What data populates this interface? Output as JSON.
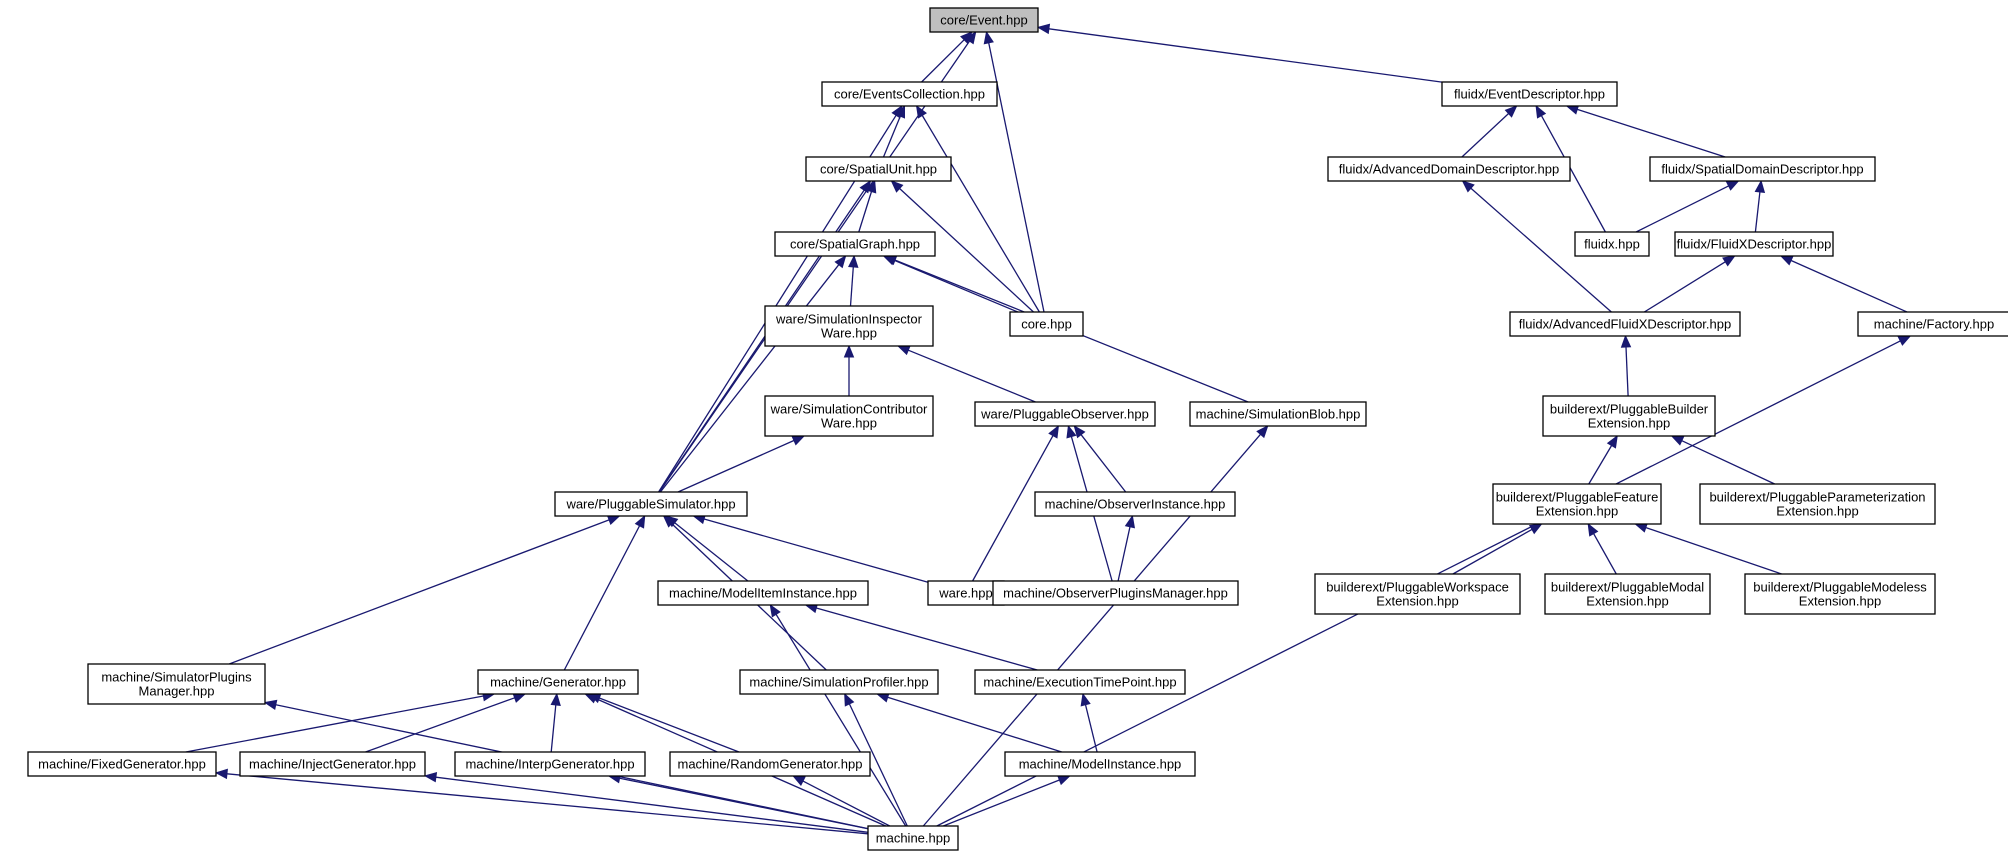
{
  "graph": {
    "colors": {
      "edge": "#191970",
      "node_border": "#000000",
      "root_fill": "#bfbfbf",
      "node_fill": "#ffffff"
    },
    "nodes": [
      {
        "id": "event",
        "lines": [
          "core/Event.hpp"
        ],
        "root": true
      },
      {
        "id": "eventscoll",
        "lines": [
          "core/EventsCollection.hpp"
        ]
      },
      {
        "id": "fluidx_ed",
        "lines": [
          "fluidx/EventDescriptor.hpp"
        ]
      },
      {
        "id": "spatialunit",
        "lines": [
          "core/SpatialUnit.hpp"
        ]
      },
      {
        "id": "adv_domain",
        "lines": [
          "fluidx/AdvancedDomainDescriptor.hpp"
        ]
      },
      {
        "id": "spatial_domain",
        "lines": [
          "fluidx/SpatialDomainDescriptor.hpp"
        ]
      },
      {
        "id": "spatialgraph",
        "lines": [
          "core/SpatialGraph.hpp"
        ]
      },
      {
        "id": "fluidx_hpp",
        "lines": [
          "fluidx.hpp"
        ]
      },
      {
        "id": "fluidxdesc",
        "lines": [
          "fluidx/FluidXDescriptor.hpp"
        ]
      },
      {
        "id": "siminspector",
        "lines": [
          "ware/SimulationInspector",
          "Ware.hpp"
        ]
      },
      {
        "id": "core_hpp",
        "lines": [
          "core.hpp"
        ]
      },
      {
        "id": "adv_fluidx",
        "lines": [
          "fluidx/AdvancedFluidXDescriptor.hpp"
        ]
      },
      {
        "id": "factory",
        "lines": [
          "machine/Factory.hpp"
        ]
      },
      {
        "id": "simcontributor",
        "lines": [
          "ware/SimulationContributor",
          "Ware.hpp"
        ]
      },
      {
        "id": "pluggableobserver",
        "lines": [
          "ware/PluggableObserver.hpp"
        ]
      },
      {
        "id": "simblob",
        "lines": [
          "machine/SimulationBlob.hpp"
        ]
      },
      {
        "id": "pbuilder",
        "lines": [
          "builderext/PluggableBuilder",
          "Extension.hpp"
        ]
      },
      {
        "id": "pluggablesim",
        "lines": [
          "ware/PluggableSimulator.hpp"
        ]
      },
      {
        "id": "observerinstance",
        "lines": [
          "machine/ObserverInstance.hpp"
        ]
      },
      {
        "id": "pfeature",
        "lines": [
          "builderext/PluggableFeature",
          "Extension.hpp"
        ]
      },
      {
        "id": "pparam",
        "lines": [
          "builderext/PluggableParameterization",
          "Extension.hpp"
        ]
      },
      {
        "id": "modelitem",
        "lines": [
          "machine/ModelItemInstance.hpp"
        ]
      },
      {
        "id": "ware_hpp",
        "lines": [
          "ware.hpp"
        ]
      },
      {
        "id": "obspluginsmgr",
        "lines": [
          "machine/ObserverPluginsManager.hpp"
        ]
      },
      {
        "id": "pworkspace",
        "lines": [
          "builderext/PluggableWorkspace",
          "Extension.hpp"
        ]
      },
      {
        "id": "pmodal",
        "lines": [
          "builderext/PluggableModal",
          "Extension.hpp"
        ]
      },
      {
        "id": "pmodeless",
        "lines": [
          "builderext/PluggableModeless",
          "Extension.hpp"
        ]
      },
      {
        "id": "simpluginsmgr",
        "lines": [
          "machine/SimulatorPlugins",
          "Manager.hpp"
        ]
      },
      {
        "id": "generator",
        "lines": [
          "machine/Generator.hpp"
        ]
      },
      {
        "id": "simprofiler",
        "lines": [
          "machine/SimulationProfiler.hpp"
        ]
      },
      {
        "id": "exectime",
        "lines": [
          "machine/ExecutionTimePoint.hpp"
        ]
      },
      {
        "id": "fixedgen",
        "lines": [
          "machine/FixedGenerator.hpp"
        ]
      },
      {
        "id": "injectgen",
        "lines": [
          "machine/InjectGenerator.hpp"
        ]
      },
      {
        "id": "interpgen",
        "lines": [
          "machine/InterpGenerator.hpp"
        ]
      },
      {
        "id": "randomgen",
        "lines": [
          "machine/RandomGenerator.hpp"
        ]
      },
      {
        "id": "modelinstance",
        "lines": [
          "machine/ModelInstance.hpp"
        ]
      },
      {
        "id": "machine_hpp",
        "lines": [
          "machine.hpp"
        ]
      }
    ],
    "edges": [
      {
        "from": "eventscoll",
        "to": "event"
      },
      {
        "from": "core_hpp",
        "to": "event"
      },
      {
        "from": "pluggablesim",
        "to": "event"
      },
      {
        "from": "fluidx_ed",
        "to": "event"
      },
      {
        "from": "spatialunit",
        "to": "eventscoll"
      },
      {
        "from": "core_hpp",
        "to": "eventscoll"
      },
      {
        "from": "pluggablesim",
        "to": "eventscoll"
      },
      {
        "from": "spatialgraph",
        "to": "spatialunit"
      },
      {
        "from": "core_hpp",
        "to": "spatialunit"
      },
      {
        "from": "pluggablesim",
        "to": "spatialunit"
      },
      {
        "from": "siminspector",
        "to": "spatialgraph"
      },
      {
        "from": "core_hpp",
        "to": "spatialgraph"
      },
      {
        "from": "simblob",
        "to": "spatialgraph"
      },
      {
        "from": "pluggablesim",
        "to": "spatialgraph"
      },
      {
        "from": "simcontributor",
        "to": "siminspector"
      },
      {
        "from": "pluggableobserver",
        "to": "siminspector"
      },
      {
        "from": "pluggablesim",
        "to": "simcontributor"
      },
      {
        "from": "observerinstance",
        "to": "pluggableobserver"
      },
      {
        "from": "ware_hpp",
        "to": "pluggableobserver"
      },
      {
        "from": "obspluginsmgr",
        "to": "pluggableobserver"
      },
      {
        "from": "obspluginsmgr",
        "to": "observerinstance"
      },
      {
        "from": "machine_hpp",
        "to": "simblob"
      },
      {
        "from": "simpluginsmgr",
        "to": "pluggablesim"
      },
      {
        "from": "generator",
        "to": "pluggablesim"
      },
      {
        "from": "modelitem",
        "to": "pluggablesim"
      },
      {
        "from": "ware_hpp",
        "to": "pluggablesim"
      },
      {
        "from": "simprofiler",
        "to": "pluggablesim"
      },
      {
        "from": "exectime",
        "to": "modelitem"
      },
      {
        "from": "machine_hpp",
        "to": "modelitem"
      },
      {
        "from": "machine_hpp",
        "to": "simpluginsmgr"
      },
      {
        "from": "fixedgen",
        "to": "generator"
      },
      {
        "from": "injectgen",
        "to": "generator"
      },
      {
        "from": "interpgen",
        "to": "generator"
      },
      {
        "from": "randomgen",
        "to": "generator"
      },
      {
        "from": "machine_hpp",
        "to": "generator"
      },
      {
        "from": "modelinstance",
        "to": "simprofiler"
      },
      {
        "from": "machine_hpp",
        "to": "simprofiler"
      },
      {
        "from": "modelinstance",
        "to": "exectime"
      },
      {
        "from": "machine_hpp",
        "to": "fixedgen"
      },
      {
        "from": "machine_hpp",
        "to": "injectgen"
      },
      {
        "from": "machine_hpp",
        "to": "interpgen"
      },
      {
        "from": "machine_hpp",
        "to": "randomgen"
      },
      {
        "from": "machine_hpp",
        "to": "modelinstance"
      },
      {
        "from": "adv_domain",
        "to": "fluidx_ed"
      },
      {
        "from": "fluidx_hpp",
        "to": "fluidx_ed"
      },
      {
        "from": "spatial_domain",
        "to": "fluidx_ed"
      },
      {
        "from": "adv_fluidx",
        "to": "adv_domain"
      },
      {
        "from": "fluidx_hpp",
        "to": "spatial_domain"
      },
      {
        "from": "fluidxdesc",
        "to": "spatial_domain"
      },
      {
        "from": "adv_fluidx",
        "to": "fluidxdesc"
      },
      {
        "from": "factory",
        "to": "fluidxdesc"
      },
      {
        "from": "machine_hpp",
        "to": "factory"
      },
      {
        "from": "pbuilder",
        "to": "adv_fluidx"
      },
      {
        "from": "pfeature",
        "to": "pbuilder"
      },
      {
        "from": "pparam",
        "to": "pbuilder"
      },
      {
        "from": "pworkspace",
        "to": "pfeature"
      },
      {
        "from": "pmodal",
        "to": "pfeature"
      },
      {
        "from": "pmodeless",
        "to": "pfeature"
      }
    ]
  }
}
